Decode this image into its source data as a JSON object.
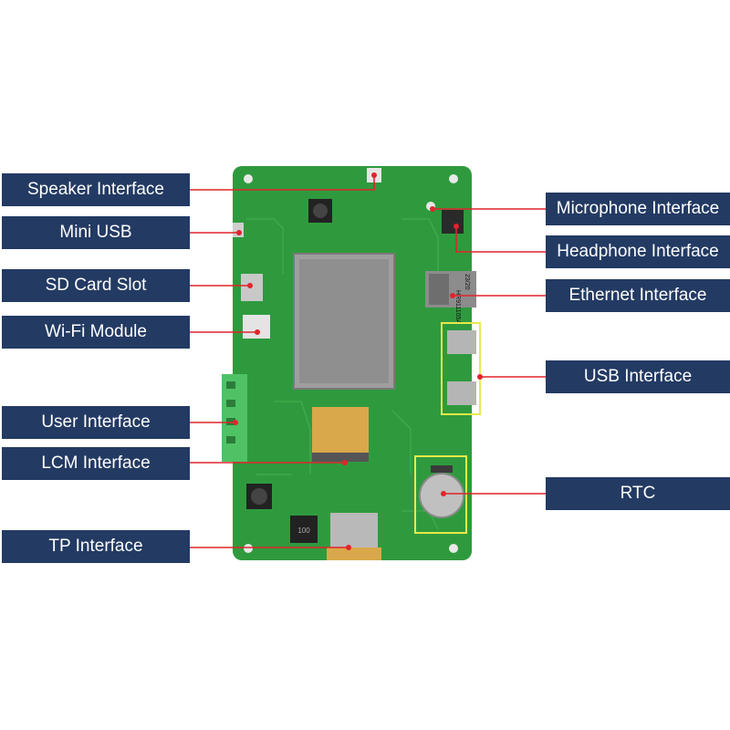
{
  "labels": {
    "speaker": "Speaker Interface",
    "mini_usb": "Mini USB",
    "sd_card": "SD Card Slot",
    "wifi": "Wi-Fi Module",
    "user_interface": "User Interface",
    "lcm": "LCM Interface",
    "tp": "TP Interface",
    "microphone": "Microphone Interface",
    "headphone": "Headphone Interface",
    "ethernet": "Ethernet Interface",
    "usb": "USB Interface",
    "rtc": "RTC"
  },
  "board_markings": {
    "ethernet_chip_1": "HR911105A",
    "ethernet_chip_2": "23/20",
    "inductor": "100"
  },
  "colors": {
    "label_bg": "#233a63",
    "label_text": "#ffffff",
    "leader_line": "#e0242c",
    "pcb": "#2f9a3d",
    "highlight_box": "#e7e94a"
  }
}
